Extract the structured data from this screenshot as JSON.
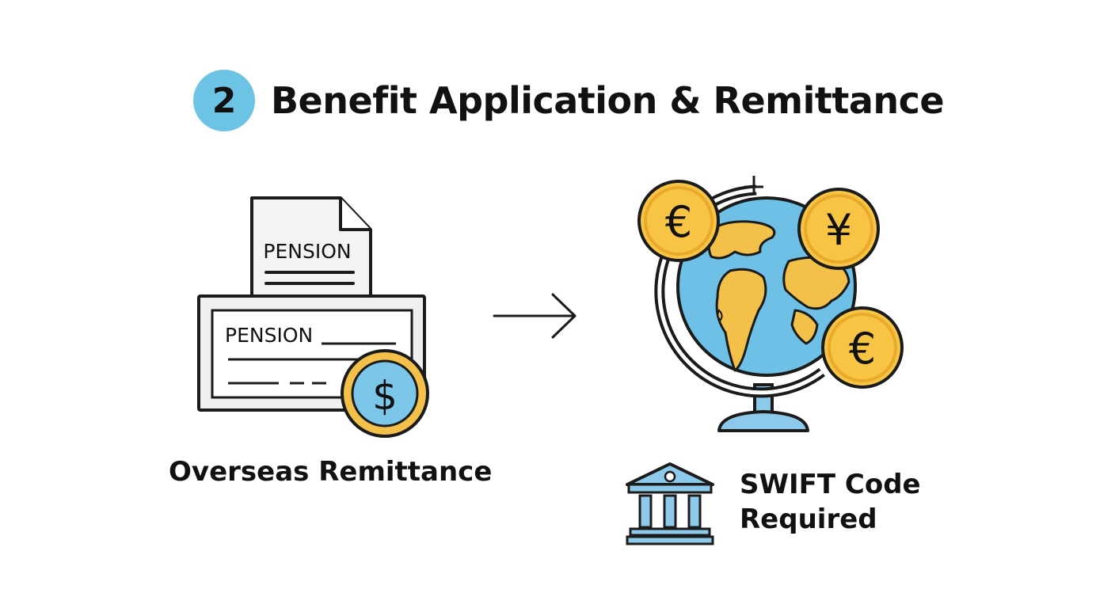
{
  "header": {
    "step_number": "2",
    "title": "Benefit Application & Remittance"
  },
  "left_panel": {
    "document_label": "PENSION",
    "check_label": "PENSION",
    "coin_symbol": "$",
    "caption": "Overseas Remittance"
  },
  "right_panel": {
    "coin_symbols": [
      "€",
      "¥",
      "€"
    ],
    "caption_line1": "SWIFT Code",
    "caption_line2": "Required"
  },
  "colors": {
    "badge": "#6cc3e4",
    "coin": "#f7c443",
    "coin_rim": "#e9a92a",
    "globe_ocean": "#6fc0e6",
    "land": "#f3c14a",
    "bank": "#8cc9ea"
  },
  "icons": [
    "document-icon",
    "check-icon",
    "dollar-coin-icon",
    "arrow-right-icon",
    "globe-icon",
    "euro-coin-icon",
    "yen-coin-icon",
    "bank-icon"
  ]
}
